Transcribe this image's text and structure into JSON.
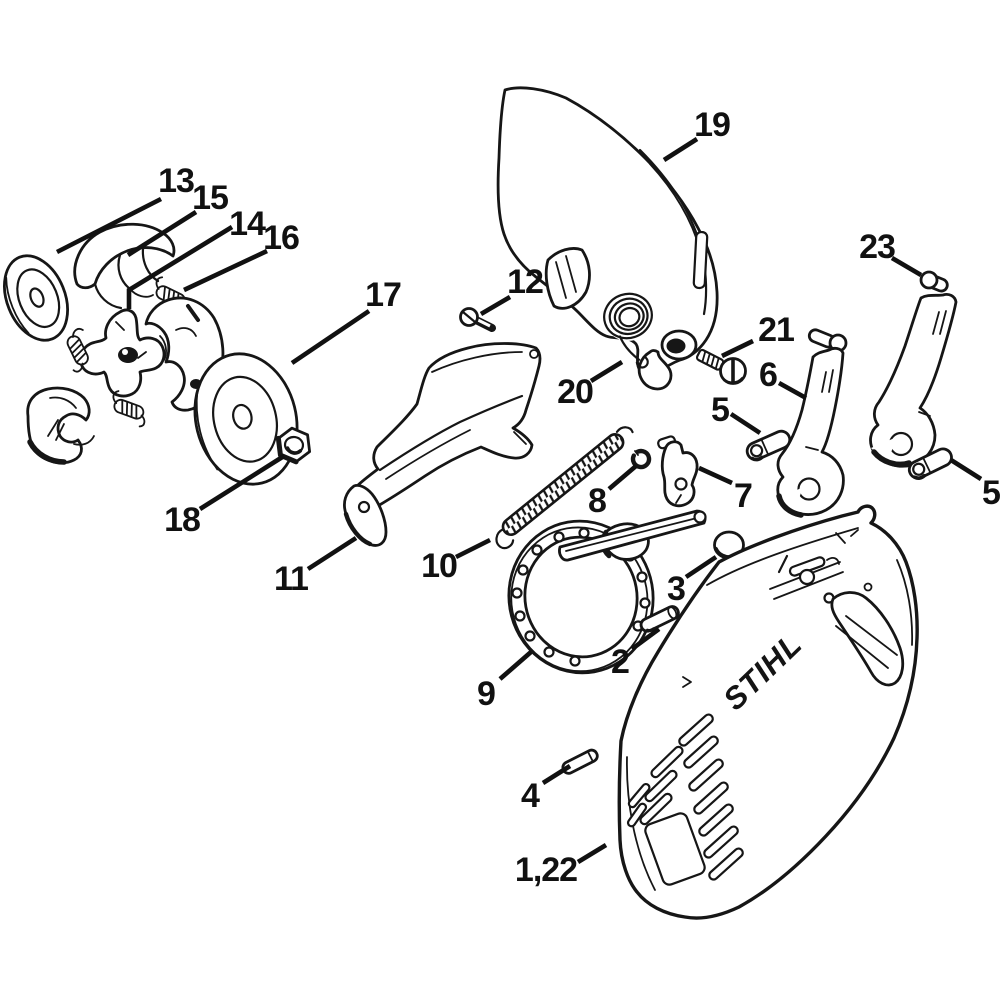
{
  "figure": {
    "type": "exploded-parts-diagram",
    "brand_logo": "STIHL"
  },
  "labels": {
    "13": "13",
    "15": "15",
    "14": "14",
    "16": "16",
    "17": "17",
    "18": "18",
    "19": "19",
    "12": "12",
    "20": "20",
    "21": "21",
    "6": "6",
    "5": "5",
    "23": "23",
    "7": "7",
    "8": "8",
    "10": "10",
    "11": "11",
    "3": "3",
    "2": "2",
    "9": "9",
    "4": "4",
    "1_22": "1,22"
  }
}
